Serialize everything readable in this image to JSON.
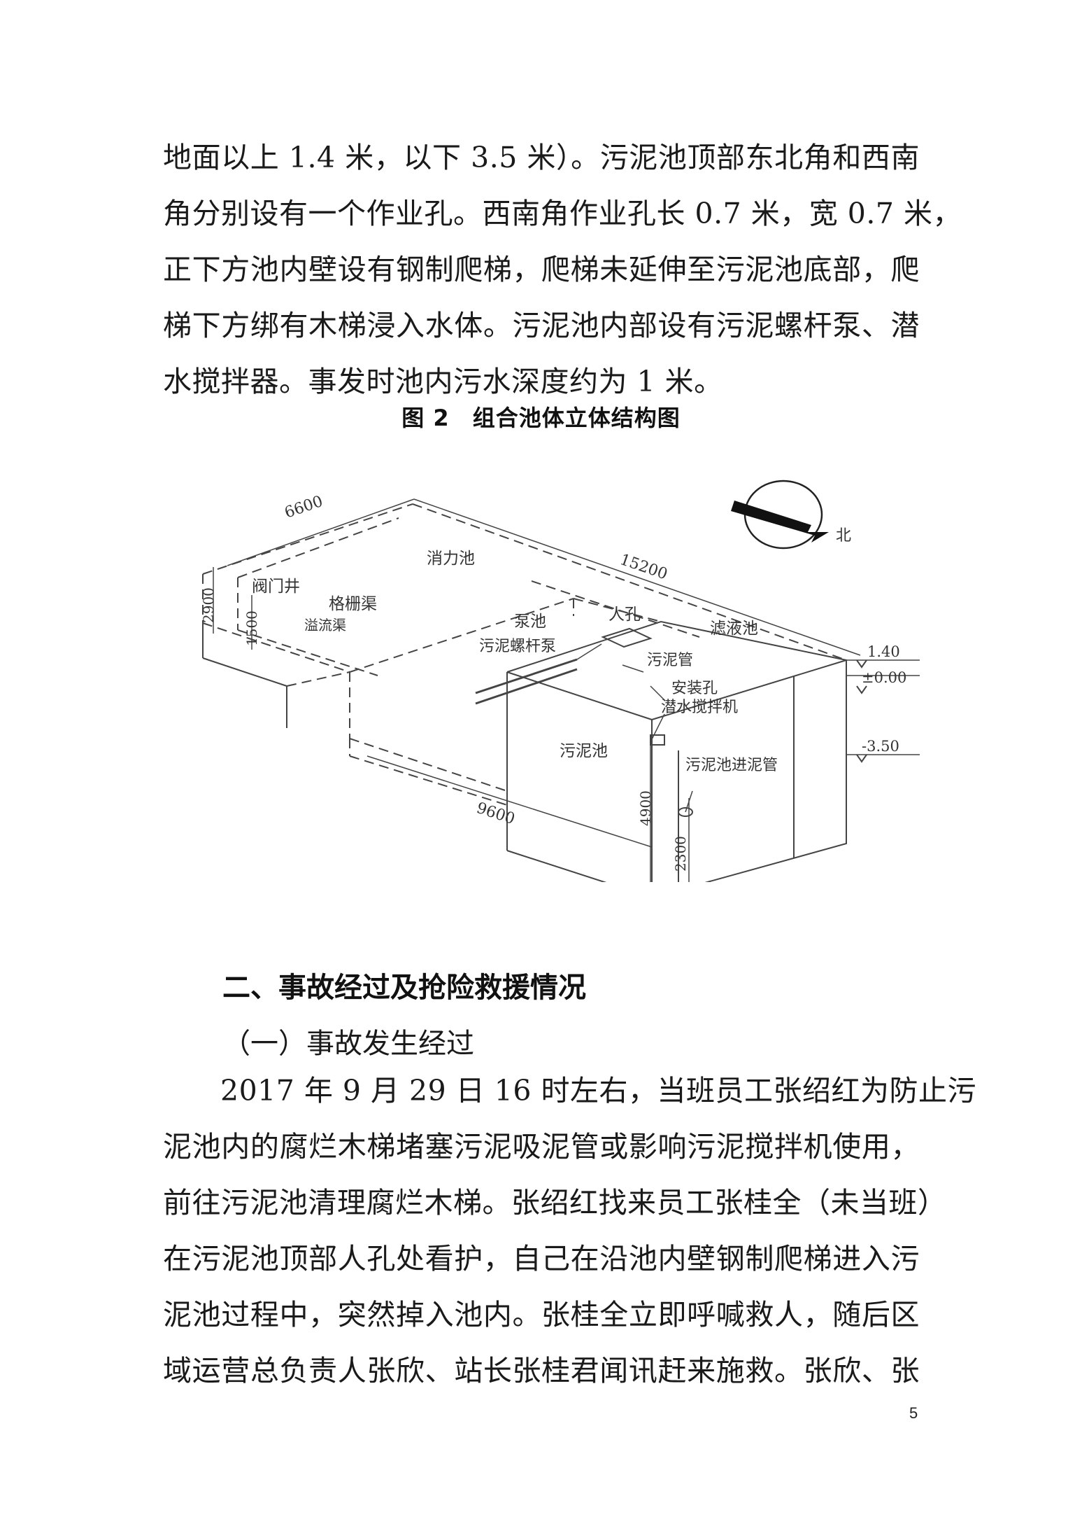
{
  "paragraph1": [
    "地面以上 1.4 米，以下 3.5 米）。污泥池顶部东北角和西南",
    "角分别设有一个作业孔。西南角作业孔长 0.7 米，宽 0.7 米，",
    "正下方池内壁设有钢制爬梯，爬梯未延伸至污泥池底部，爬",
    "梯下方绑有木梯浸入水体。污泥池内部设有污泥螺杆泵、潜",
    "水搅拌器。事发时池内污水深度约为 1 米。"
  ],
  "figure": {
    "caption": "图 2　组合池体立体结构图",
    "labels": {
      "xiaoli": "消力池",
      "famen": "阀门井",
      "gezha": "格栅渠",
      "yiliu": "溢流渠",
      "bengchi": "泵池",
      "renkong": "人孔",
      "lvye": "滤液池",
      "luogan": "污泥螺杆泵",
      "wuniguan": "污泥管",
      "anzhuang": "安装孔",
      "qianshui": "潜水搅拌机",
      "wunichi": "污泥池",
      "jinniguan": "污泥池进泥管",
      "north": "北"
    },
    "dimensions": {
      "d6600": "6600",
      "d15200": "15200",
      "d2900": "2900",
      "d1500": "1500",
      "d9600": "9600",
      "d4900": "4900",
      "d2300": "2300"
    },
    "elevations": {
      "top": "1.40",
      "ground": "±0.00",
      "bottom": "-3.50"
    }
  },
  "section_heading": "二、事故经过及抢险救援情况",
  "subsection_heading": "（一）事故发生经过",
  "paragraph2": [
    "2017 年 9 月 29 日 16 时左右，当班员工张绍红为防止污",
    "泥池内的腐烂木梯堵塞污泥吸泥管或影响污泥搅拌机使用，",
    "前往污泥池清理腐烂木梯。张绍红找来员工张桂全（未当班）",
    "在污泥池顶部人孔处看护，自己在沿池内壁钢制爬梯进入污",
    "泥池过程中，突然掉入池内。张桂全立即呼喊救人，随后区",
    "域运营总负责人张欣、站长张桂君闻讯赶来施救。张欣、张"
  ],
  "page_number": "5"
}
